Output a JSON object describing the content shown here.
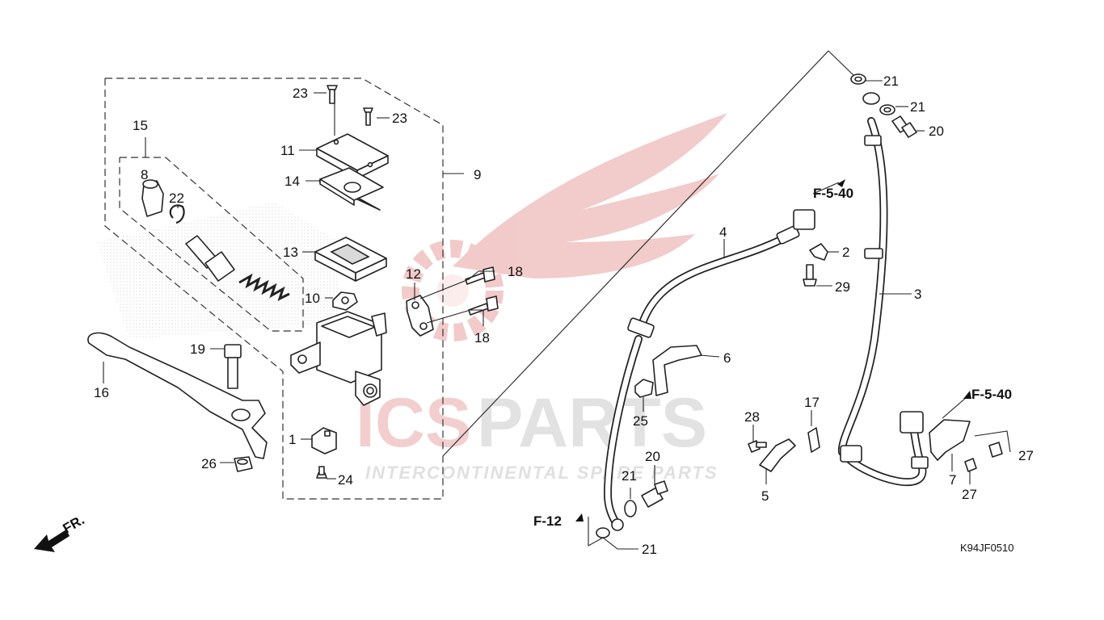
{
  "watermark": {
    "brand": "ICSPARTS",
    "brand_accent_part": "ICS",
    "brand_rest_part": "PARTS",
    "tagline": "INTERCONTINENTAL SPARE PARTS",
    "accent_color": "#e8a0a0",
    "gray_color": "#dcdcdc"
  },
  "callouts": {
    "c1": "1",
    "c2": "2",
    "c3": "3",
    "c4": "4",
    "c5": "5",
    "c6": "6",
    "c7": "7",
    "c8": "8",
    "c9": "9",
    "c10": "10",
    "c11": "11",
    "c12": "12",
    "c13": "13",
    "c14": "14",
    "c15": "15",
    "c16": "16",
    "c17": "17",
    "c18a": "18",
    "c18b": "18",
    "c19": "19",
    "c20a": "20",
    "c20b": "20",
    "c21a": "21",
    "c21b": "21",
    "c21c": "21",
    "c21d": "21",
    "c22": "22",
    "c23a": "23",
    "c23b": "23",
    "c24": "24",
    "c25": "25",
    "c26": "26",
    "c27a": "27",
    "c27b": "27",
    "c28": "28",
    "c29": "29"
  },
  "references": {
    "f540_top": "F-5-40",
    "f540_right": "F-5-40",
    "f12": "F-12",
    "front": "FR."
  },
  "diagram_code": "K94JF0510"
}
